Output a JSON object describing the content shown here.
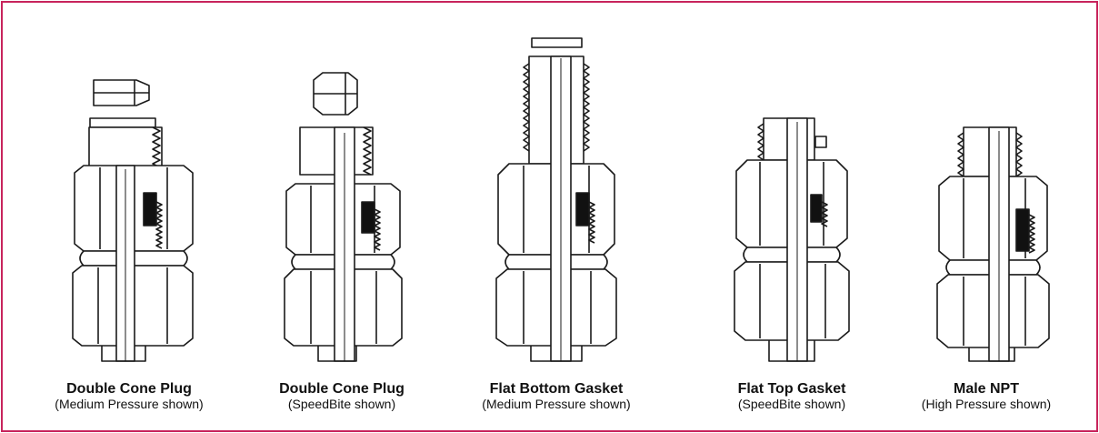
{
  "frame_color": "#c8245c",
  "fittings": [
    {
      "icon": "double-cone-plug-medium-pressure-fitting",
      "title": "Double Cone Plug",
      "subtitle": "(Medium Pressure shown)"
    },
    {
      "icon": "double-cone-plug-speedbite-fitting",
      "title": "Double Cone Plug",
      "subtitle": "(SpeedBite shown)"
    },
    {
      "icon": "flat-bottom-gasket-fitting",
      "title": "Flat Bottom Gasket",
      "subtitle": "(Medium Pressure shown)"
    },
    {
      "icon": "flat-top-gasket-fitting",
      "title": "Flat Top Gasket",
      "subtitle": "(SpeedBite shown)"
    },
    {
      "icon": "male-npt-fitting",
      "title": "Male NPT",
      "subtitle": "(High Pressure shown)"
    }
  ]
}
